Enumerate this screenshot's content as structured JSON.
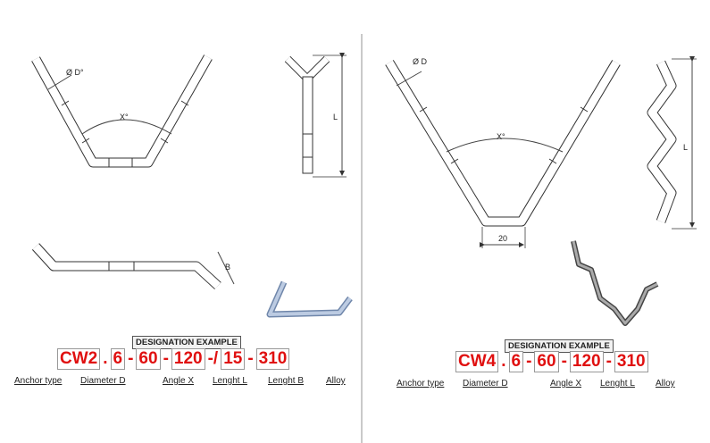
{
  "left_panel": {
    "title": "DESIGNATION EXAMPLE",
    "code": [
      "CW2",
      ".",
      "6",
      "-",
      "60",
      "-",
      "120",
      "-/",
      "15",
      "-",
      "310"
    ],
    "labels": [
      "Anchor type",
      "Diameter D",
      "Angle X",
      "Lenght L",
      "Lenght B",
      "Alloy"
    ],
    "dims": {
      "diameter": "Ø D°",
      "angle": "X°",
      "length": "L",
      "bend": "B"
    }
  },
  "right_panel": {
    "title": "DESIGNATION EXAMPLE",
    "code": [
      "CW4",
      ".",
      "6",
      "-",
      "60",
      "-",
      "120",
      "-",
      "310"
    ],
    "labels": [
      "Anchor type",
      "Diameter D",
      "Angle X",
      "Lenght L",
      "Alloy"
    ],
    "dims": {
      "diameter": "Ø D",
      "angle": "X°",
      "length": "L",
      "base": "20"
    }
  },
  "colors": {
    "code_red": "#e01010",
    "rod_blue": "#8fa6c8",
    "rod_gray": "#666666"
  }
}
